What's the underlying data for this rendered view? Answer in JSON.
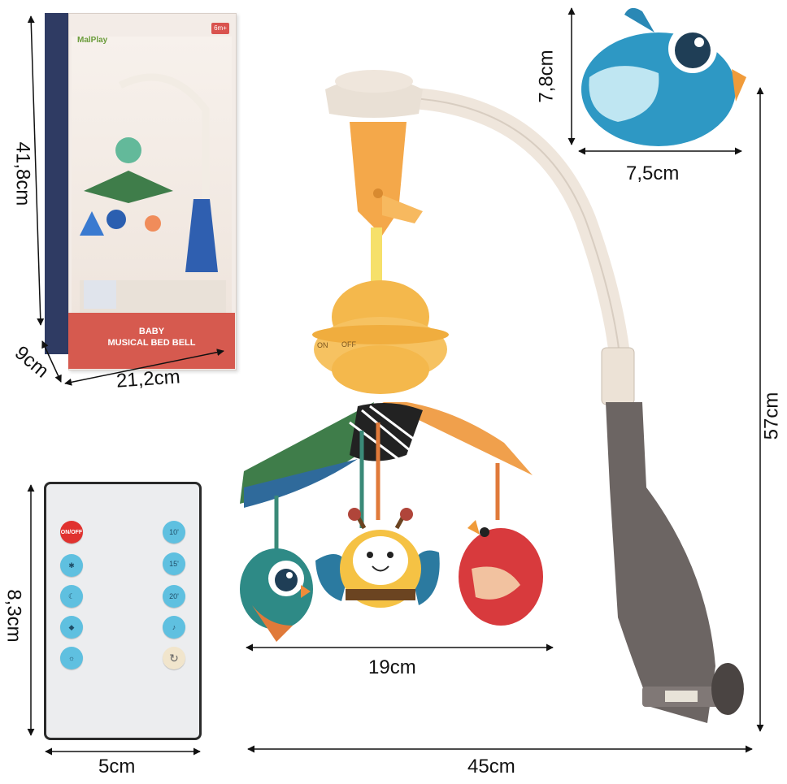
{
  "box": {
    "brand": "MalPlay",
    "age": "6m+",
    "banner_line1": "BABY",
    "banner_line2": "MUSICAL BED BELL"
  },
  "dimensions": {
    "box_height": "41,8cm",
    "box_depth": "9cm",
    "box_width": "21,2cm",
    "bird_height": "7,8cm",
    "bird_width": "7,5cm",
    "mobile_height": "57cm",
    "mobile_width": "45cm",
    "toys_width": "19cm",
    "remote_height": "8,3cm",
    "remote_width": "5cm"
  },
  "mobile": {
    "switch_on": "ON",
    "switch_off": "OFF"
  },
  "remote": {
    "power": "ON/OFF",
    "timer_10": "10'",
    "timer_15": "15'",
    "timer_20": "20'"
  },
  "colors": {
    "arm": "#efe6dc",
    "clamp": "#6c6563",
    "music_box": "#f4b84c",
    "leaf_green": "#3f7d4a",
    "leaf_orange": "#f0a04c",
    "remote_button": "#5fc0e0",
    "power_button": "#e0322f"
  }
}
